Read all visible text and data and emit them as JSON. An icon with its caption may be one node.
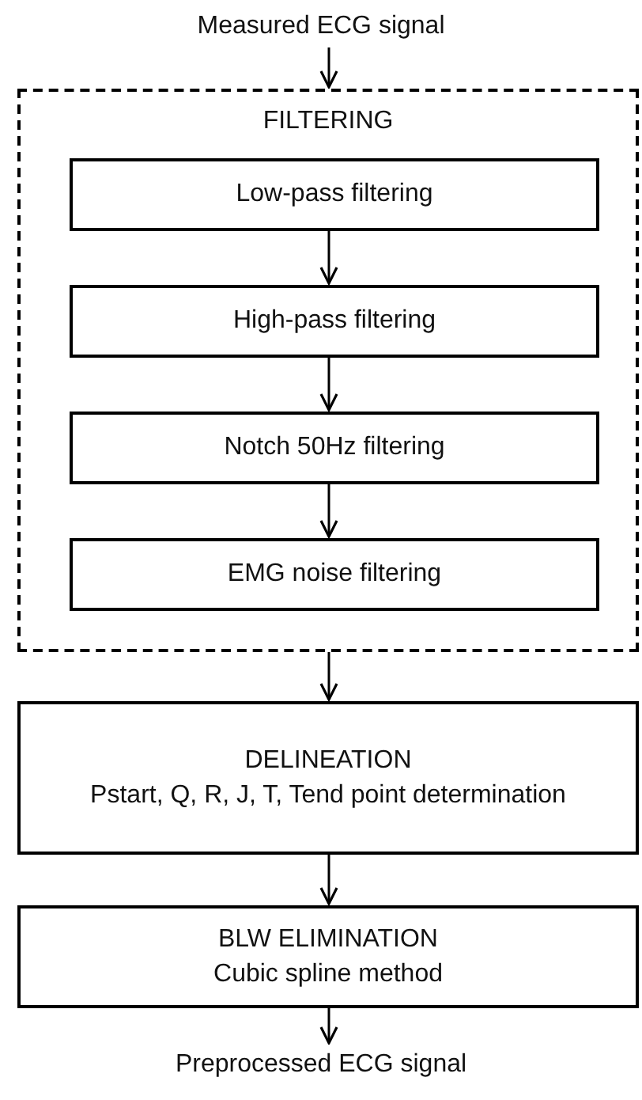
{
  "diagram": {
    "nodes": [
      {
        "text": [
          "Measured ECG signal"
        ]
      },
      {
        "text": [
          "FILTERING"
        ]
      },
      {
        "text": [
          "Low-pass filtering"
        ],
        "in": 1
      },
      {
        "text": [
          "High-pass filtering"
        ],
        "in": 1
      },
      {
        "text": [
          "Notch 50Hz filtering"
        ],
        "in": 1
      },
      {
        "text": [
          "EMG noise filtering"
        ],
        "in": 1
      },
      {
        "text": [
          "DELINEATION",
          "Pstart, Q, R, J, T, Tend point determination"
        ]
      },
      {
        "text": [
          "BLW ELIMINATION",
          "Cubic spline method"
        ]
      },
      {
        "text": [
          "Preprocessed ECG signal"
        ]
      }
    ],
    "edges": [
      {
        "from": 0,
        "to": 1,
        "arrow": "to"
      },
      {
        "from": 2,
        "to": 3,
        "arrow": "to"
      },
      {
        "from": 3,
        "to": 4,
        "arrow": "to"
      },
      {
        "from": 4,
        "to": 5,
        "arrow": "to"
      },
      {
        "from": 1,
        "to": 6,
        "arrow": "to"
      },
      {
        "from": 6,
        "to": 7,
        "arrow": "to"
      },
      {
        "from": 7,
        "to": 8,
        "arrow": "to"
      }
    ]
  }
}
